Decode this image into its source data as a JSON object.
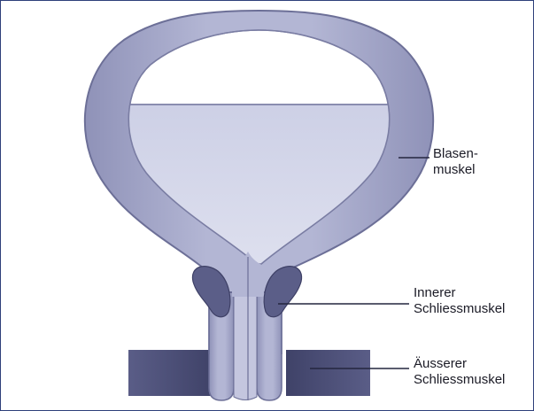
{
  "diagram": {
    "labels": {
      "bladder_muscle_line1": "Blasen-",
      "bladder_muscle_line2": "muskel",
      "inner_sphincter_line1": "Innerer",
      "inner_sphincter_line2": "Schliessmuskel",
      "outer_sphincter_line1": "Äusserer",
      "outer_sphincter_line2": "Schliessmuskel"
    },
    "colors": {
      "frame_border": "#2e3f7a",
      "bladder_wall": "#a3a6c8",
      "bladder_wall_edge": "#6c6f97",
      "urine_fill": "#d7d9eb",
      "air_space": "#ffffff",
      "inner_sphincter": "#5b5e88",
      "outer_sphincter": "#4c4f78",
      "leader_line": "#24263f"
    }
  }
}
